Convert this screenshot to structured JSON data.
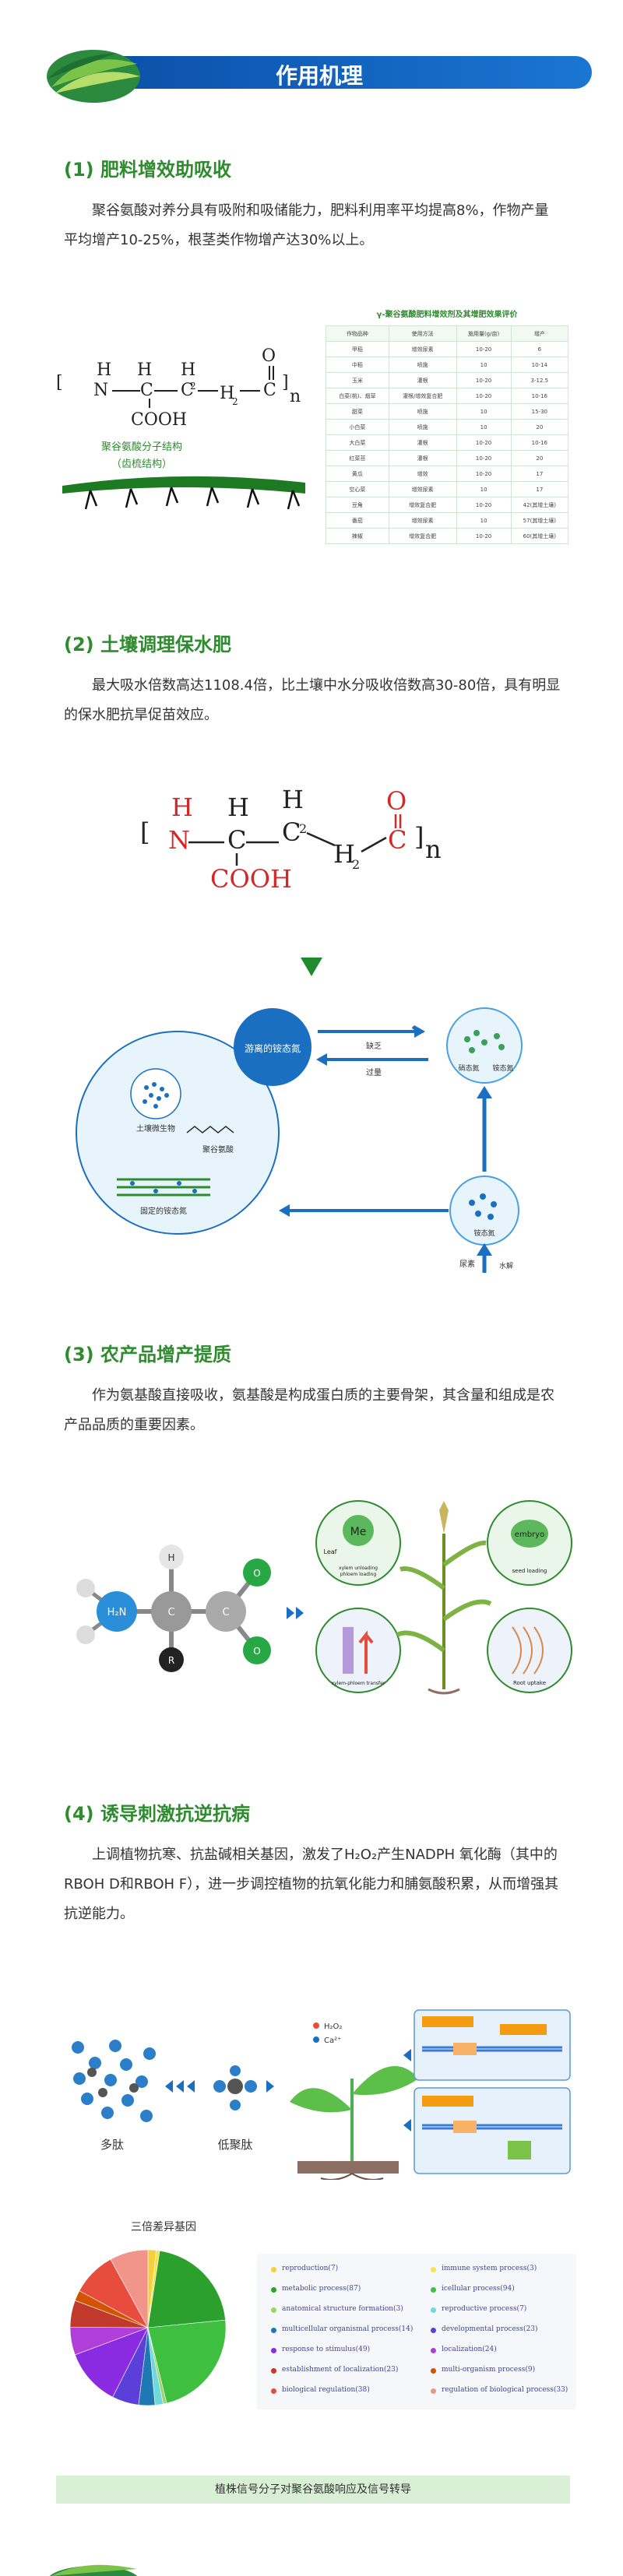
{
  "banner": {
    "title": "作用机理"
  },
  "section1": {
    "title": "(1) 肥料增效助吸收",
    "paragraph": "聚谷氨酸对养分具有吸附和吸储能力，肥料利用率平均提高8%，作物产量平均增产10-25%，根茎类作物增产达30%以上。",
    "molecule_label_line1": "聚谷氨酸分子结构",
    "molecule_label_line2": "（齿梳结构）",
    "table_title": "γ-聚谷氨酸肥料增效剂及其增肥效果评价",
    "table_headers": [
      "作物品种",
      "使用方法",
      "施用量(g/亩)",
      "增产"
    ],
    "table_rows": [
      [
        "甲稻",
        "增效尿素",
        "10-20",
        "6"
      ],
      [
        "中稻",
        "喷施",
        "10",
        "10-14"
      ],
      [
        "玉米",
        "灌根",
        "10-20",
        "3-12.5"
      ],
      [
        "白菜(桃)、烟草",
        "灌根/增效复合肥",
        "10-20",
        "10-16"
      ],
      [
        "甜菜",
        "喷施",
        "10",
        "15-30"
      ],
      [
        "小白菜",
        "喷施",
        "10",
        "20"
      ],
      [
        "大白菜",
        "灌根",
        "10-20",
        "10-16"
      ],
      [
        "红菜苔",
        "灌根",
        "10-20",
        "20"
      ],
      [
        "黄瓜",
        "增效",
        "10-20",
        "17"
      ],
      [
        "空心菜",
        "增效尿素",
        "10",
        "17"
      ],
      [
        "豆角",
        "增效复合肥",
        "10-20",
        "42(其增土壤)"
      ],
      [
        "番茄",
        "增效尿素",
        "10",
        "57(其增土壤)"
      ],
      [
        "辣椒",
        "增效复合肥",
        "10-20",
        "60(其增土壤)"
      ]
    ]
  },
  "section2": {
    "title": "(2) 土壤调理保水肥",
    "paragraph": "最大吸水倍数高达1108.4倍，比土壤中水分吸收倍数高30-80倍，具有明显的保水肥抗旱促苗效应。",
    "cycle_labels": {
      "free_n": "游离的铵态氮",
      "microbe": "土壤微生物",
      "pga": "聚谷氨酸",
      "fixed_n": "固定的铵态氮",
      "deficit": "缺乏",
      "excess": "过量",
      "nitrate": "硝态氮",
      "ammonium_right": "铵态氮",
      "ammonium_bottom": "铵态氮",
      "hydrolysis": "水解",
      "urea": "尿素"
    }
  },
  "section3": {
    "title": "(3) 农产品增产提质",
    "paragraph": "作为氨基酸直接吸收，氨基酸是构成蛋白质的主要骨架，其含量和组成是农产品品质的重要因素。",
    "atoms": {
      "amine": "H₂N",
      "c1": "C",
      "c2": "C",
      "h": "H",
      "r": "R",
      "o1": "O",
      "o2": "O"
    },
    "diagram_labels": {
      "me": "Me",
      "embryo": "embryo",
      "leaf": "Leaf",
      "xylem": "xylem unloading",
      "phloem": "phloem loading",
      "seed": "seed loading",
      "transfer": "xylem-phloem transfer",
      "root": "Root uptake"
    }
  },
  "section4": {
    "title": "(4) 诱导刺激抗逆抗病",
    "paragraph": "上调植物抗寒、抗盐碱相关基因，激发了H₂O₂产生NADPH 氧化酶（其中的RBOH D和RBOH F），进一步调控植物的抗氧化能力和脯氨酸积累，从而增强其抗逆能力。",
    "peptide_label": "多肽",
    "oligo_label": "低聚肽",
    "ions": [
      "H₂O₂",
      "Ca²⁺"
    ],
    "pie_title": "三倍差异基因",
    "legend": [
      {
        "label": "reproduction(7)",
        "color": "#f4d03f"
      },
      {
        "label": "immune system process(3)",
        "color": "#f9e14b"
      },
      {
        "label": "metabolic process(87)",
        "color": "#2ca02c"
      },
      {
        "label": "icellular process(94)",
        "color": "#3fbf3f"
      },
      {
        "label": "anatomical structure formation(3)",
        "color": "#9bd46a"
      },
      {
        "label": "reproductive process(7)",
        "color": "#6fd9d9"
      },
      {
        "label": "multicellular organismal process(14)",
        "color": "#1f77b4"
      },
      {
        "label": "developmental process(23)",
        "color": "#5b3fd9"
      },
      {
        "label": "response to stimulus(49)",
        "color": "#8a2be2"
      },
      {
        "label": "localization(24)",
        "color": "#b03fd9"
      },
      {
        "label": "establishment of localization(23)",
        "color": "#c0392b"
      },
      {
        "label": "multi-organism process(9)",
        "color": "#d35400"
      },
      {
        "label": "biological regulation(38)",
        "color": "#e74c3c"
      },
      {
        "label": "regulation of biological process(33)",
        "color": "#f1948a"
      }
    ],
    "footer": "植株信号分子对聚谷氨酸响应及信号转导"
  }
}
